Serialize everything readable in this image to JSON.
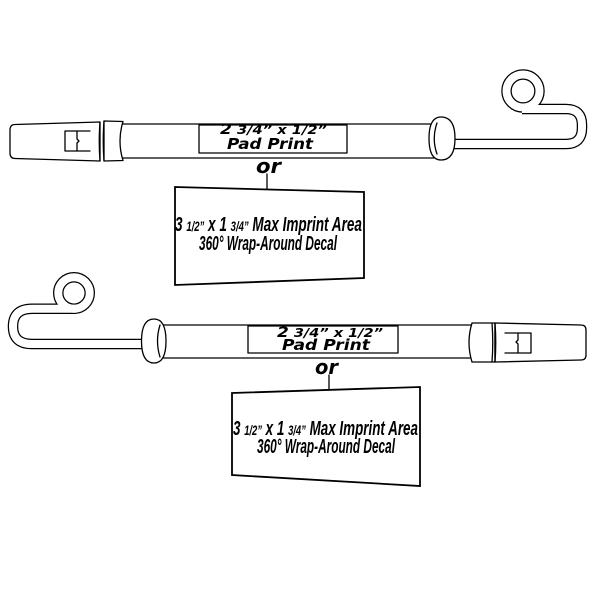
{
  "colors": {
    "stroke": "#000000",
    "background": "#ffffff"
  },
  "pens": [
    {
      "orientation": "cap-left-hook-right",
      "pad_print": {
        "dim_whole": "2",
        "dim_rest": " 3/4” x 1/2”",
        "label": "Pad Print"
      },
      "separator": "or",
      "decal": {
        "line1": {
          "a": "3 ",
          "frac1": "1/2”",
          "b": " x 1 ",
          "frac2": "3/4”",
          "c": " Max Imprint Area"
        },
        "line2": "360° Wrap-Around Decal"
      }
    },
    {
      "orientation": "hook-left-cap-right",
      "pad_print": {
        "dim_whole": "2",
        "dim_rest": " 3/4” x 1/2”",
        "label": "Pad Print"
      },
      "separator": "or",
      "decal": {
        "line1": {
          "a": "3 ",
          "frac1": "1/2”",
          "b": " x 1 ",
          "frac2": "3/4”",
          "c": " Max Imprint Area"
        },
        "line2": "360° Wrap-Around Decal"
      }
    }
  ]
}
